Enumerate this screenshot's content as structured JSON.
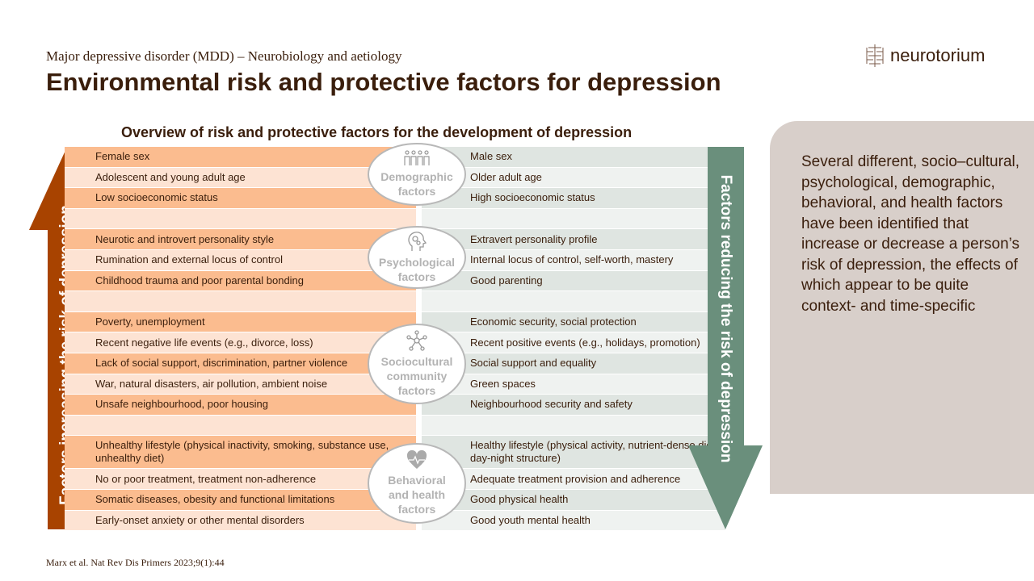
{
  "header": {
    "subtitle": "Major depressive disorder (MDD) – Neurobiology and aetiology",
    "title": "Environmental risk and protective factors for depression",
    "logo_text": "neurotorium"
  },
  "diagram": {
    "title": "Overview of risk and protective factors for the development of depression",
    "left_arrow_label": "Factors increasing the risk of depression",
    "right_arrow_label": "Factors reducing the risk of depression",
    "groups": [
      {
        "label": [
          "Demographic",
          "factors"
        ],
        "icon": "people-icon",
        "rows": [
          [
            "Female sex",
            "Male sex"
          ],
          [
            "Adolescent and young adult age",
            "Older adult age"
          ],
          [
            "Low socioeconomic status",
            "High socioeconomic status"
          ]
        ]
      },
      {
        "label": [
          "Psychological",
          "factors"
        ],
        "icon": "head-gears-icon",
        "rows": [
          [
            "Neurotic and introvert personality style",
            "Extravert personality profile"
          ],
          [
            "Rumination and external locus of control",
            "Internal locus of control, self-worth, mastery"
          ],
          [
            "Childhood trauma and poor parental bonding",
            "Good parenting"
          ]
        ]
      },
      {
        "label": [
          "Sociocultural",
          "community",
          "factors"
        ],
        "icon": "network-icon",
        "rows": [
          [
            "Poverty, unemployment",
            "Economic security, social protection"
          ],
          [
            "Recent negative life events (e.g., divorce, loss)",
            "Recent positive events (e.g., holidays, promotion)"
          ],
          [
            "Lack of social support, discrimination, partner violence",
            "Social support and equality"
          ],
          [
            "War, natural disasters, air pollution, ambient noise",
            "Green spaces"
          ],
          [
            "Unsafe neighbourhood, poor housing",
            "Neighbourhood security and safety"
          ]
        ]
      },
      {
        "label": [
          "Behavioral",
          "and health",
          "factors"
        ],
        "icon": "heart-pulse-icon",
        "rows": [
          [
            "Unhealthy lifestyle (physical inactivity, smoking, substance use, unhealthy diet)",
            "Healthy lifestyle (physical activity, nutrient-dense diet, day-night structure)"
          ],
          [
            "No or poor treatment, treatment non-adherence",
            "Adequate treatment provision and adherence"
          ],
          [
            "Somatic diseases, obesity and functional limitations",
            "Good physical health"
          ],
          [
            "Early-onset anxiety or other mental disorders",
            "Good youth mental health"
          ]
        ]
      }
    ]
  },
  "sidebar": {
    "text": "Several different, socio–cultural, psychological, demographic, behavioral, and health factors have been identified that increase or decrease a person’s risk of depression, the effects of which appear to be quite context- and time-specific"
  },
  "citation": "Marx et al. Nat Rev Dis Primers 2023;9(1):44",
  "colors": {
    "risk": "#a84300",
    "protect": "#6a8f7c"
  }
}
